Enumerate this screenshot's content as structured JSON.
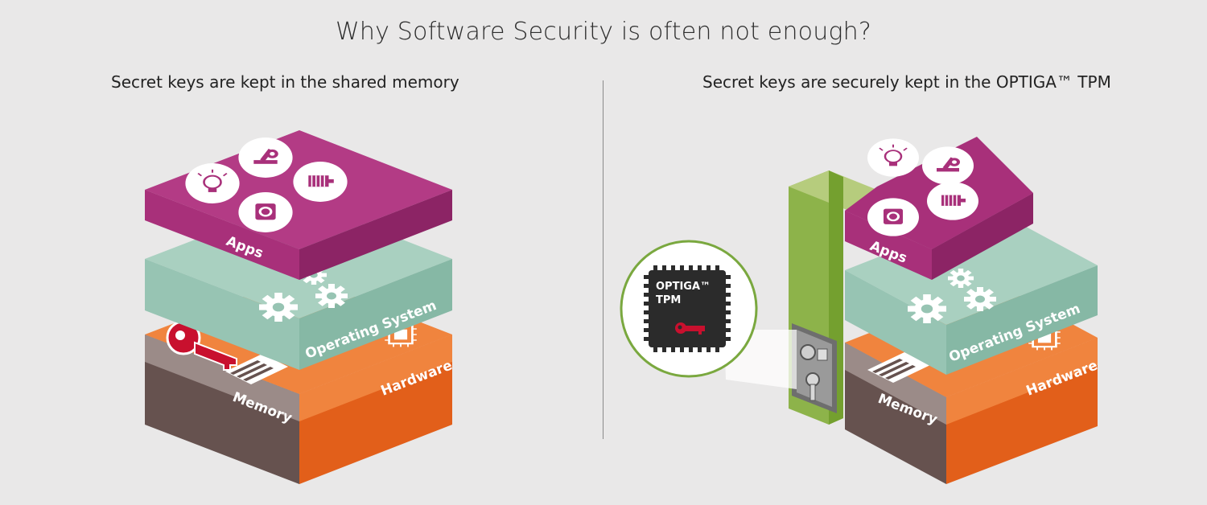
{
  "title": "Why Software Security is often not enough?",
  "left": {
    "heading": "Secret keys are kept in the shared memory",
    "labels": {
      "apps": "Apps",
      "os": "Operating System",
      "memory": "Memory",
      "hardware": "Hardware"
    }
  },
  "right": {
    "heading": "Secret keys are securely kept in the OPTIGA™ TPM",
    "labels": {
      "apps": "Apps",
      "os": "Operating System",
      "memory": "Memory",
      "hardware": "Hardware"
    },
    "chip": {
      "line1": "OPTIGA™",
      "line2": "TPM"
    }
  },
  "colors": {
    "apps": "#a8307a",
    "os": "#97c4b3",
    "memory_light": "#9b8b88",
    "memory_dark": "#66524f",
    "hardware_light": "#f0843e",
    "hardware_dark": "#e25f1a",
    "tpm_green": "#8db34a",
    "key": "#c8102e"
  }
}
